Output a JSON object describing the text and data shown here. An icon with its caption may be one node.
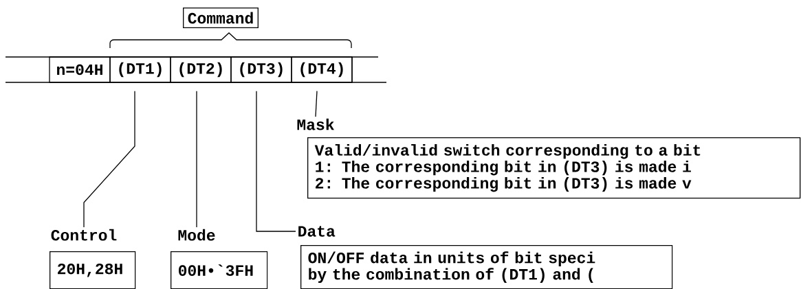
{
  "diagram": {
    "nodes": [
      {
        "text": [
          "Command"
        ]
      },
      {
        "text": [
          "n=04H"
        ]
      },
      {
        "text": [
          "(DT1)"
        ]
      },
      {
        "text": [
          "(DT2)"
        ]
      },
      {
        "text": [
          "(DT3)"
        ]
      },
      {
        "text": [
          "(DT4)"
        ]
      },
      {
        "text": [
          "Mask",
          "Valid/invalid switch corresponding to a bit",
          "1: The corresponding bit in (DT3) is made i",
          "2: The corresponding bit in (DT3) is made v"
        ]
      },
      {
        "text": [
          "Control",
          "20H,28H"
        ]
      },
      {
        "text": [
          "Mode",
          "00H•`3FH"
        ]
      },
      {
        "text": [
          "Data",
          "ON/OFF data in units of bit speci",
          "by the combination of (DT1) and ("
        ]
      }
    ],
    "edges": [
      {
        "from": 2,
        "to": 7,
        "arrow": "none"
      },
      {
        "from": 3,
        "to": 8,
        "arrow": "none"
      },
      {
        "from": 4,
        "to": 9,
        "arrow": "none"
      },
      {
        "from": 5,
        "to": 6,
        "arrow": "none"
      }
    ]
  }
}
